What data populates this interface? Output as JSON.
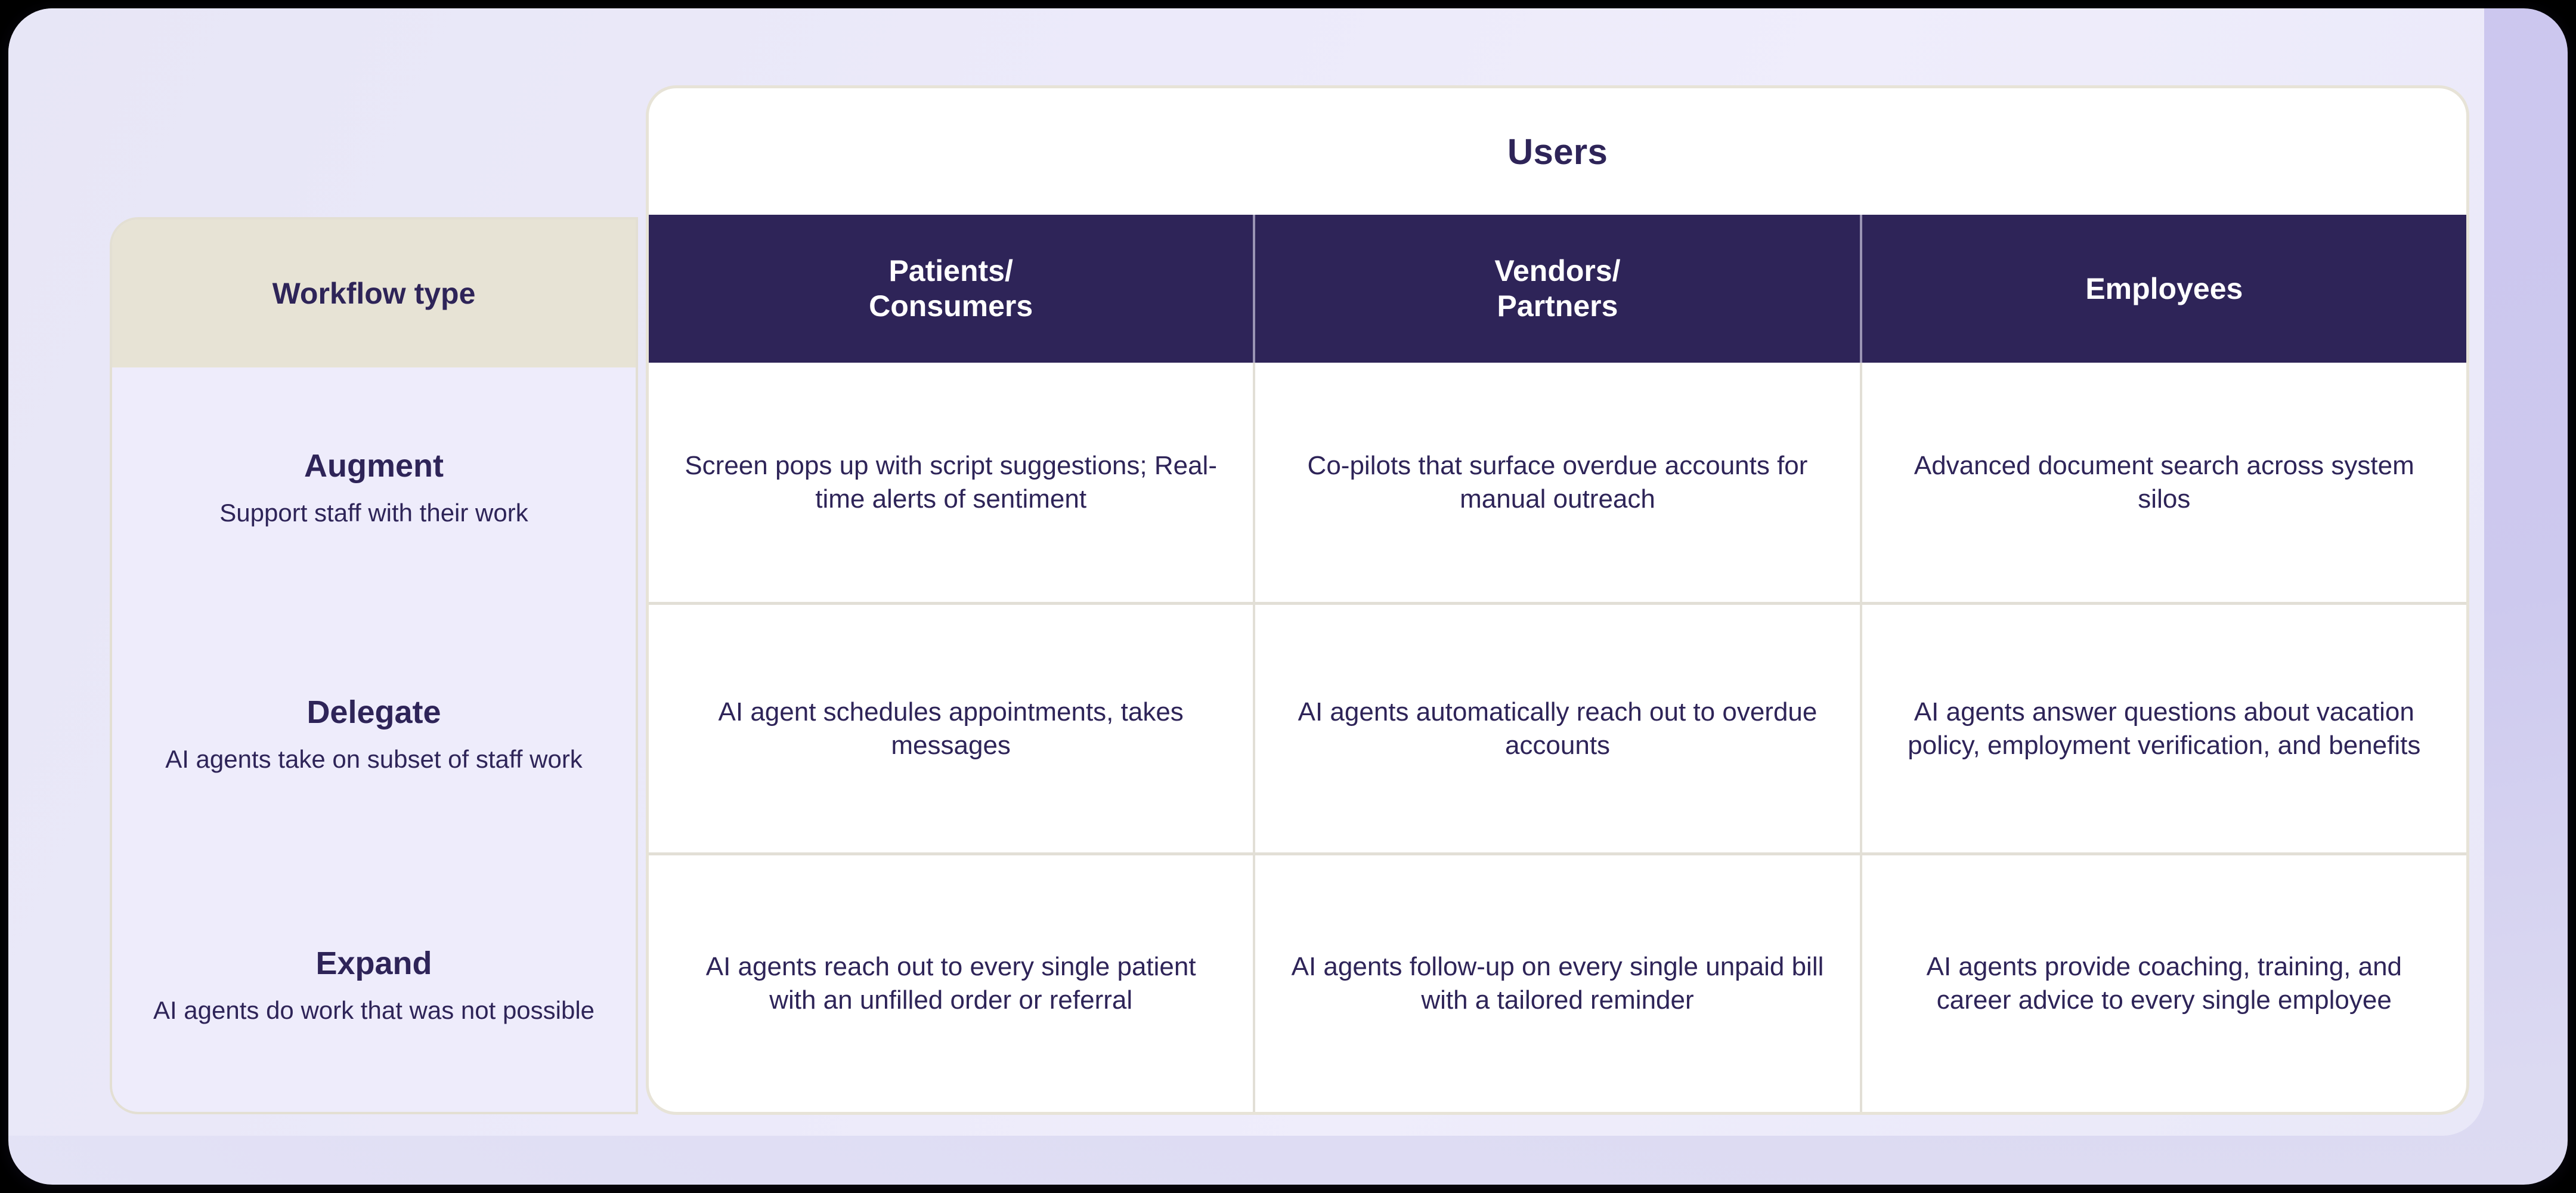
{
  "colors": {
    "header_purple": "#2e2458",
    "header_beige": "#e7e3d5",
    "row_label_lavender": "#eeecfb",
    "cell_white": "#ffffff",
    "grid_line": "#e2dfd6",
    "frame_lavender": "#c5c1e8",
    "text_dark": "#2e2458",
    "text_light": "#ffffff"
  },
  "table": {
    "group_header": "Users",
    "row_header_title": "Workflow type",
    "columns": [
      {
        "label_line1": "Patients/",
        "label_line2": "Consumers"
      },
      {
        "label_line1": "Vendors/",
        "label_line2": "Partners"
      },
      {
        "label_line1": "Employees",
        "label_line2": ""
      }
    ],
    "rows": [
      {
        "label": "Augment",
        "sub": "Support staff with their work",
        "cells": [
          "Screen pops up with script suggestions; Real-time alerts of sentiment",
          "Co-pilots that surface overdue accounts for manual outreach",
          "Advanced document search across system silos"
        ]
      },
      {
        "label": "Delegate",
        "sub": "AI agents take on subset of staff work",
        "cells": [
          "AI agent schedules appointments, takes messages",
          "AI agents automatically reach out to overdue accounts",
          "AI agents answer questions about vacation policy, employment verification, and benefits"
        ]
      },
      {
        "label": "Expand",
        "sub": "AI agents do work that was not possible",
        "cells": [
          "AI agents reach out to every single patient with an unfilled order or referral",
          "AI agents follow-up on every single unpaid bill with a tailored reminder",
          "AI agents provide coaching, training, and career advice to every single employee"
        ]
      }
    ]
  }
}
